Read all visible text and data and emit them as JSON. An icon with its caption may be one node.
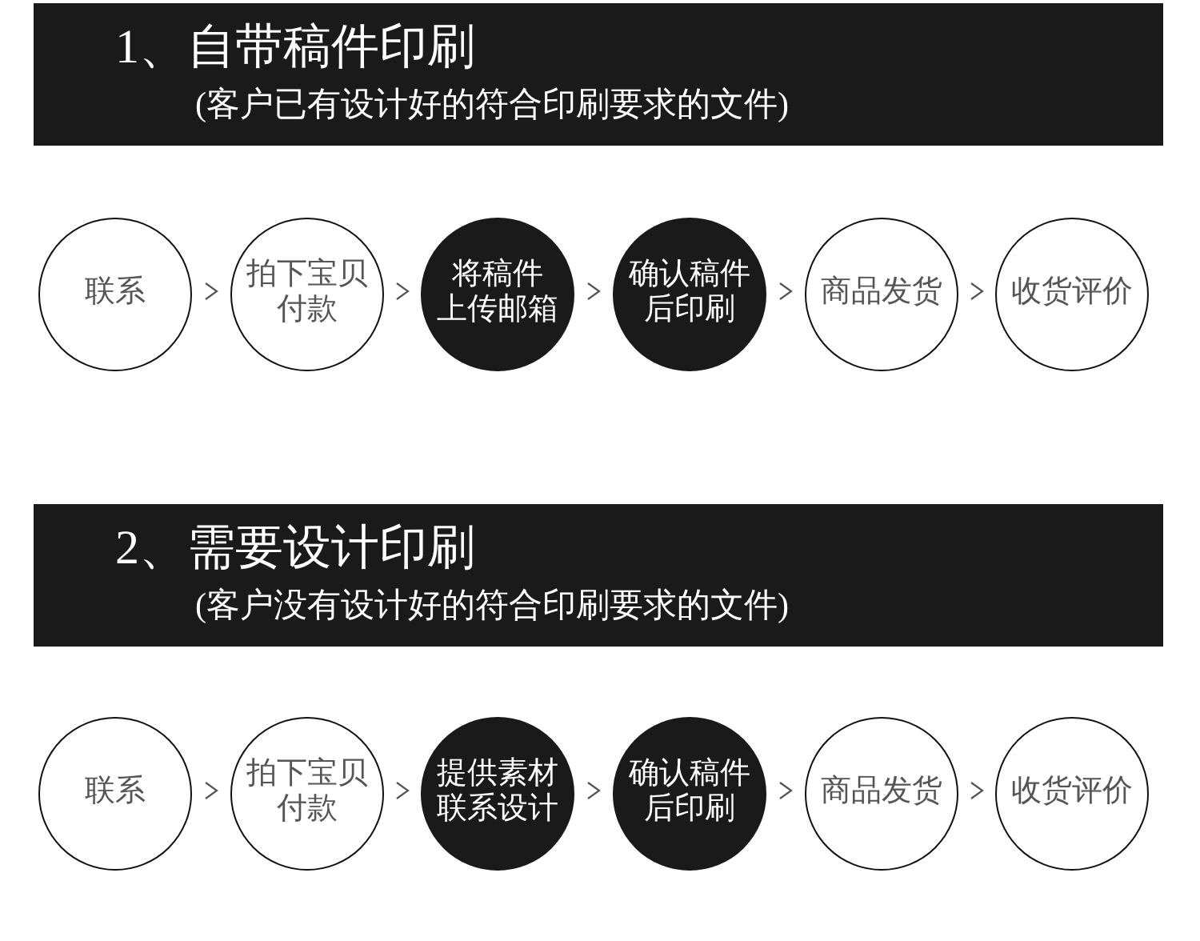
{
  "diagram": {
    "nodes": [
      {
        "text": [
          "1、自带稿件印刷",
          "(客户已有设计好的符合印刷要求的文件)"
        ]
      },
      {
        "text": [
          "联系"
        ]
      },
      {
        "text": [
          "拍下宝贝付款"
        ]
      },
      {
        "text": [
          "将稿件上传邮箱"
        ]
      },
      {
        "text": [
          "确认稿件后印刷"
        ]
      },
      {
        "text": [
          "商品发货"
        ]
      },
      {
        "text": [
          "收货评价"
        ]
      },
      {
        "text": [
          "2、需要设计印刷",
          "(客户没有设计好的符合印刷要求的文件)"
        ]
      },
      {
        "text": [
          "联系"
        ]
      },
      {
        "text": [
          "拍下宝贝付款"
        ]
      },
      {
        "text": [
          "提供素材联系设计"
        ]
      },
      {
        "text": [
          "确认稿件后印刷"
        ]
      },
      {
        "text": [
          "商品发货"
        ]
      },
      {
        "text": [
          "收货评价"
        ]
      }
    ],
    "edges": [
      {
        "from": 1,
        "to": 2,
        "arrow": "to"
      },
      {
        "from": 2,
        "to": 3,
        "arrow": "to"
      },
      {
        "from": 3,
        "to": 4,
        "arrow": "to"
      },
      {
        "from": 4,
        "to": 5,
        "arrow": "to"
      },
      {
        "from": 5,
        "to": 6,
        "arrow": "to"
      },
      {
        "from": 8,
        "to": 9,
        "arrow": "to"
      },
      {
        "from": 9,
        "to": 10,
        "arrow": "to"
      },
      {
        "from": 10,
        "to": 11,
        "arrow": "to"
      },
      {
        "from": 11,
        "to": 12,
        "arrow": "to"
      },
      {
        "from": 12,
        "to": 13,
        "arrow": "to"
      }
    ]
  }
}
